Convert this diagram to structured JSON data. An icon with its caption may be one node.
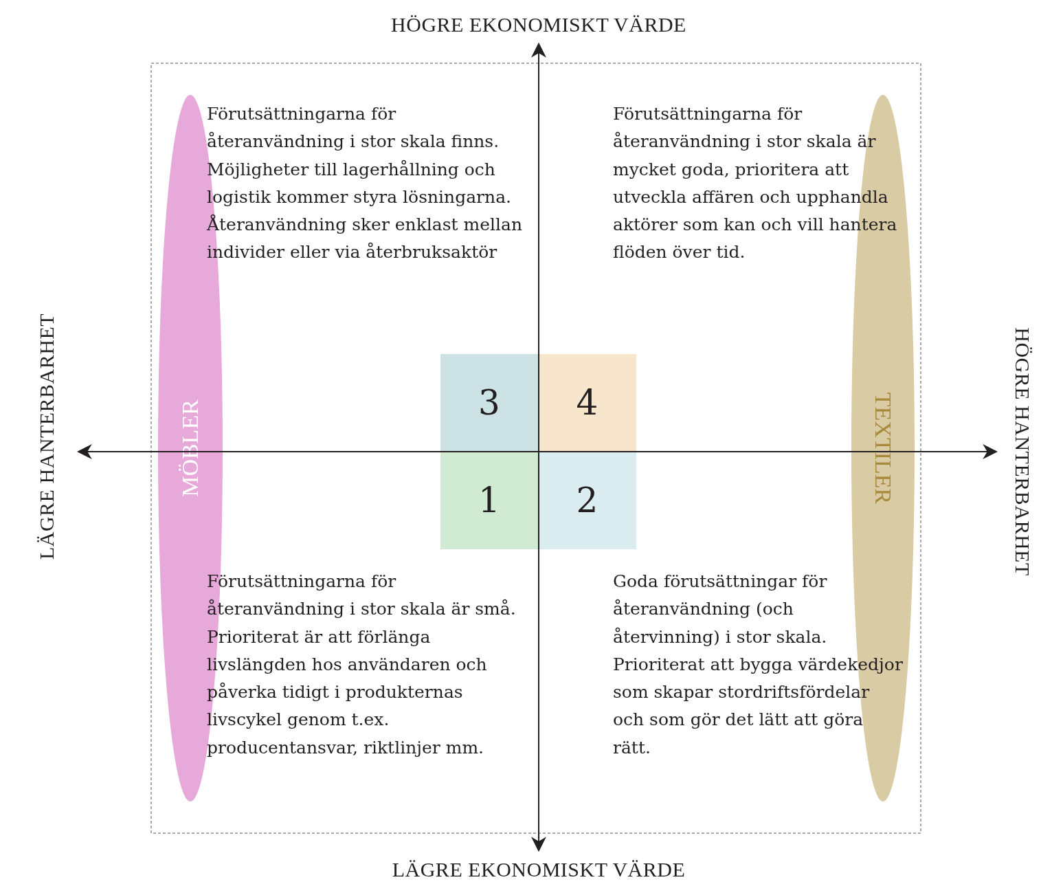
{
  "diagram": {
    "nodes": [
      {
        "text": [
          "MÖBLER"
        ]
      },
      {
        "text": [
          "3"
        ]
      },
      {
        "text": [
          "4"
        ]
      },
      {
        "text": [
          "1"
        ]
      },
      {
        "text": [
          "2"
        ]
      },
      {
        "text": [
          "TEXTILER"
        ]
      }
    ],
    "labels": [
      "HÖGRE EKONOMISKT VÄRDE",
      "Förutsättningarna för återanvändning i stor skala finns. Möjligheter till lagerhållning och logistik kommer styra lösningarna. Återanvändning sker enklast mellan individer eller via återbruksaktör",
      "Förutsättningarna för återanvändning i stor skala är mycket goda, prioritera att utveckla affären och upphandla aktörer som kan och vill hantera flöden över tid.",
      "LÄGRE HANTERBARHET",
      "HÖGRE HANTERBARHET",
      "Förutsättningarna för återanvändning i stor skala är små. Prioriterat är att förlänga livslängden hos användaren och påverka tidigt i produkternas livscykel genom t.ex. producentansvar, riktlinjer mm.",
      "Goda förutsättningar för återanvändning (och återvinning) i stor skala. Prioriterat att bygga värdekedjor som skapar stordriftsfördelar och som gör det lätt att göra rätt.",
      "LÄGRE EKONOMISKT VÄRDE"
    ]
  }
}
